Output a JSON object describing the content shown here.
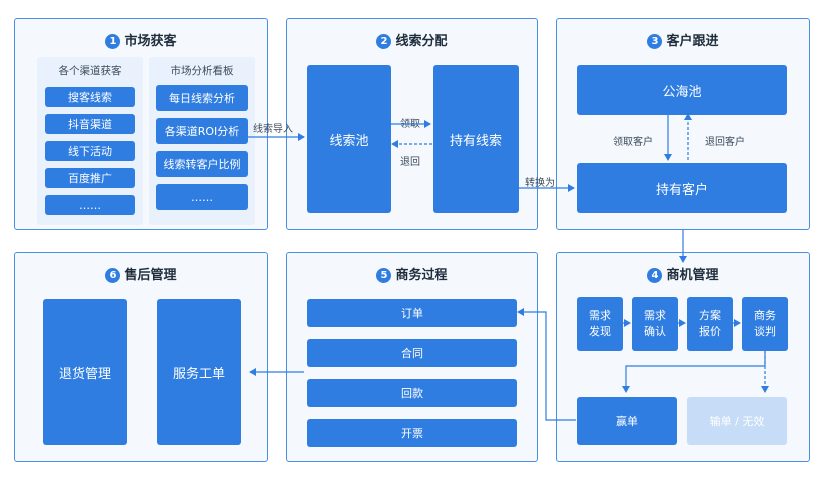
{
  "panels": {
    "p1": {
      "num": "1",
      "title": "市场获客"
    },
    "p2": {
      "num": "2",
      "title": "线索分配"
    },
    "p3": {
      "num": "3",
      "title": "客户跟进"
    },
    "p4": {
      "num": "4",
      "title": "商机管理"
    },
    "p5": {
      "num": "5",
      "title": "商务过程"
    },
    "p6": {
      "num": "6",
      "title": "售后管理"
    }
  },
  "channels": {
    "title": "各个渠道获客",
    "items": [
      "搜客线索",
      "抖音渠道",
      "线下活动",
      "百度推广",
      "……"
    ]
  },
  "analytics": {
    "title": "市场分析看板",
    "items": [
      "每日线索分析",
      "各渠道ROI分析",
      "线索转客户比例",
      "……"
    ]
  },
  "allocation": {
    "pool": "线索池",
    "owned": "持有线索",
    "claim": "领取",
    "return": "退回"
  },
  "followup": {
    "sea_pool": "公海池",
    "owned_customer": "持有客户",
    "claim": "领取客户",
    "return": "退回客户"
  },
  "opportunity": {
    "steps": [
      {
        "line1": "需求",
        "line2": "发现"
      },
      {
        "line1": "需求",
        "line2": "确认"
      },
      {
        "line1": "方案",
        "line2": "报价"
      },
      {
        "line1": "商务",
        "line2": "谈判"
      }
    ],
    "win": "赢单",
    "lose": "输单 / 无效"
  },
  "business": {
    "items": [
      "订单",
      "合同",
      "回款",
      "开票"
    ]
  },
  "aftersales": {
    "returns": "退货管理",
    "service": "服务工单"
  },
  "flow": {
    "import": "线索导入",
    "convert": "转换为"
  },
  "colors": {
    "primary": "#2f7de1",
    "border": "#4a90e2",
    "panel_bg": "#f5f9fe",
    "sub_bg": "#e8f1fc",
    "disabled": "#c6dcf7"
  }
}
